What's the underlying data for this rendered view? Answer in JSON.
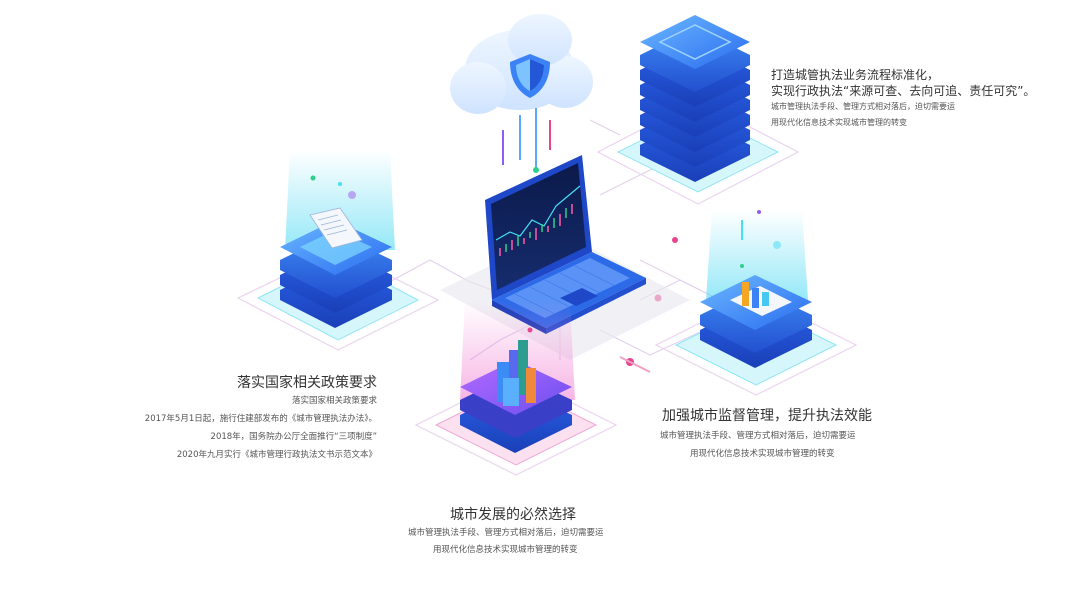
{
  "colors": {
    "blue_dark": "#1f4fd6",
    "blue_mid": "#2f7bf0",
    "blue_light": "#5aa8ff",
    "cyan": "#46e0f5",
    "pink": "#e8458f",
    "purple": "#8f5cf6",
    "pad_line": "#e8c8ec",
    "green": "#2ecf8a"
  },
  "icons": {
    "cloud": "cloud-shield-icon",
    "laptop": "laptop-chart-icon",
    "newspaper": "newspaper-icon",
    "buildings": "city-buildings-icon",
    "bar_chart": "bar-chart-icon"
  },
  "blocks": {
    "top_right": {
      "title_line1": "打造城管执法业务流程标准化，",
      "title_line2": "实现行政执法“来源可查、去向可追、责任可究”。",
      "sub_line1": "城市管理执法手段、管理方式相对落后，迫切需要运",
      "sub_line2": "用现代化信息技术实现城市管理的转变"
    },
    "left": {
      "title": "落实国家相关政策要求",
      "lines": [
        "落实国家相关政策要求",
        "2017年5月1日起，施行住建部发布的《城市管理执法办法》。",
        "2018年，国务院办公厅全面推行“三项制度”",
        "2020年九月实行《城市管理行政执法文书示范文本》"
      ]
    },
    "right": {
      "title": "加强城市监督管理，提升执法效能",
      "sub_line1": "城市管理执法手段、管理方式相对落后，迫切需要运",
      "sub_line2": "用现代化信息技术实现城市管理的转变"
    },
    "bottom": {
      "title": "城市发展的必然选择",
      "sub_line1": "城市管理执法手段、管理方式相对落后，迫切需要运",
      "sub_line2": "用现代化信息技术实现城市管理的转变"
    }
  }
}
